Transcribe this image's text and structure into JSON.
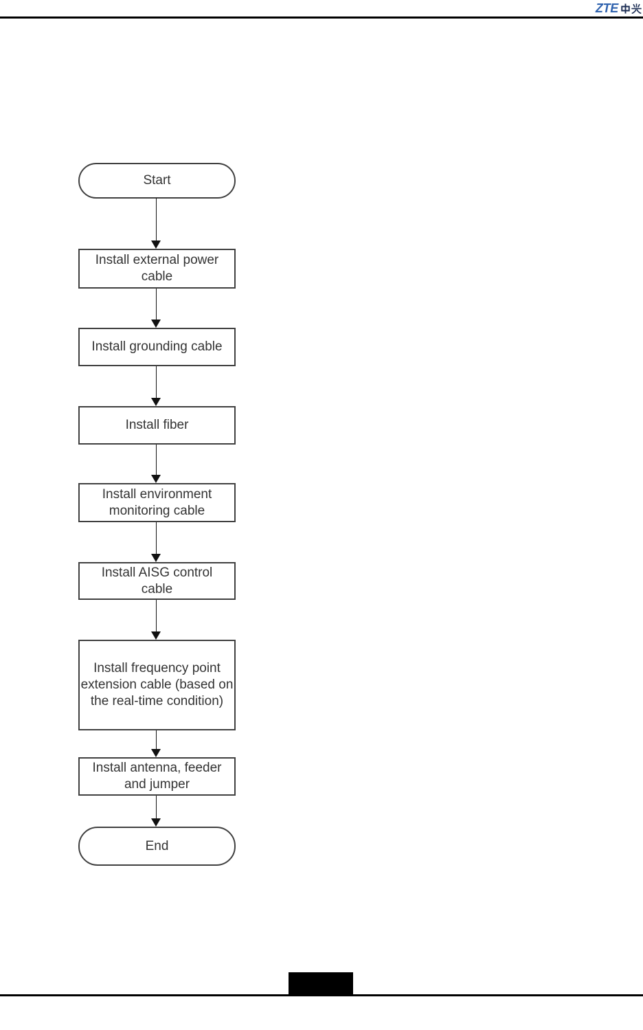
{
  "header": {
    "logo": {
      "latin": "ZTE",
      "cjk": "中兴",
      "latin_color": "#2f62ae",
      "cjk_color": "#1e2f55"
    }
  },
  "flowchart": {
    "type": "flowchart",
    "direction": "top-down",
    "nodes": [
      {
        "id": "start",
        "type": "terminator",
        "label": "Start"
      },
      {
        "id": "install-external-power-cable",
        "type": "process",
        "label": "Install external power\ncable"
      },
      {
        "id": "install-grounding-cable",
        "type": "process",
        "label": "Install grounding cable"
      },
      {
        "id": "install-fiber",
        "type": "process",
        "label": "Install fiber"
      },
      {
        "id": "install-environment-monitoring-cable",
        "type": "process",
        "label": "Install environment\nmonitoring cable"
      },
      {
        "id": "install-aisg-control-cable",
        "type": "process",
        "label": "Install AISG control\ncable"
      },
      {
        "id": "install-frequency-point-extension-cable",
        "type": "process",
        "label": "Install frequency point\nextension cable (based on\nthe real-time condition)"
      },
      {
        "id": "install-antenna-feeder-and-jumper",
        "type": "process",
        "label": "Install antenna, feeder\nand jumper"
      },
      {
        "id": "end",
        "type": "terminator",
        "label": "End"
      }
    ],
    "flow": [
      [
        "start",
        "install-external-power-cable"
      ],
      [
        "install-external-power-cable",
        "install-grounding-cable"
      ],
      [
        "install-grounding-cable",
        "install-fiber"
      ],
      [
        "install-fiber",
        "install-environment-monitoring-cable"
      ],
      [
        "install-environment-monitoring-cable",
        "install-aisg-control-cable"
      ],
      [
        "install-aisg-control-cable",
        "install-frequency-point-extension-cable"
      ],
      [
        "install-frequency-point-extension-cable",
        "install-antenna-feeder-and-jumper"
      ],
      [
        "install-antenna-feeder-and-jumper",
        "end"
      ]
    ],
    "node_border_color": "#3f3f3f",
    "node_fill_color": "#ffffff",
    "text_color": "#333333",
    "arrow_color": "#111111"
  },
  "footer": {
    "page_marker_color": "#000000",
    "rule_color": "#000000"
  }
}
